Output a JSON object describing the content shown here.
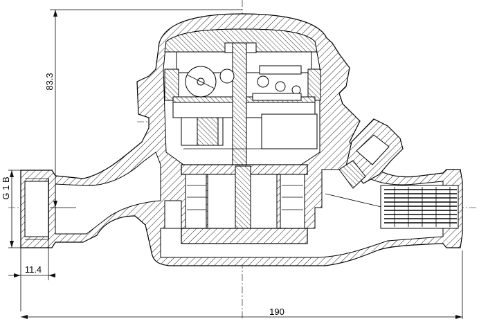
{
  "dimensions": {
    "height_label": "83.3",
    "thread_label": "G 1 B",
    "offset_label": "11.4",
    "length_label": "190"
  }
}
